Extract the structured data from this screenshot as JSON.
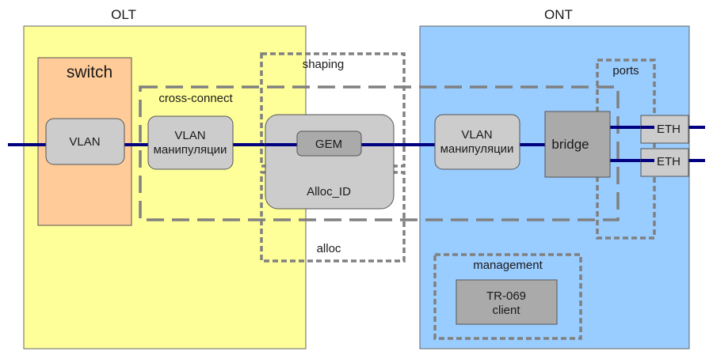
{
  "sections": {
    "olt": {
      "label": "OLT",
      "color": "#ffff99"
    },
    "ont": {
      "label": "ONT",
      "color": "#99ccff"
    }
  },
  "blocks": {
    "switch": {
      "label": "switch",
      "color": "#ffcc99"
    },
    "vlan_olt": {
      "label": "VLAN"
    },
    "vlan_manip_olt": {
      "line1": "VLAN",
      "line2": "манипуляции"
    },
    "gem_container": {
      "label": "GEM"
    },
    "alloc_id": {
      "label": "Alloc_ID"
    },
    "vlan_manip_ont": {
      "line1": "VLAN",
      "line2": "манипуляции"
    },
    "bridge": {
      "label": "bridge"
    },
    "eth1": {
      "label": "ETH"
    },
    "eth2": {
      "label": "ETH"
    },
    "tr069": {
      "line1": "TR-069",
      "line2": "client"
    }
  },
  "groups": {
    "shaping": "shaping",
    "alloc": "alloc",
    "cross_connect": "cross-connect",
    "ports": "ports",
    "management": "management"
  },
  "colors": {
    "block": "#cccccc",
    "block_dark": "#aaaaaa",
    "line": "#000080",
    "dashed": "#808080"
  }
}
